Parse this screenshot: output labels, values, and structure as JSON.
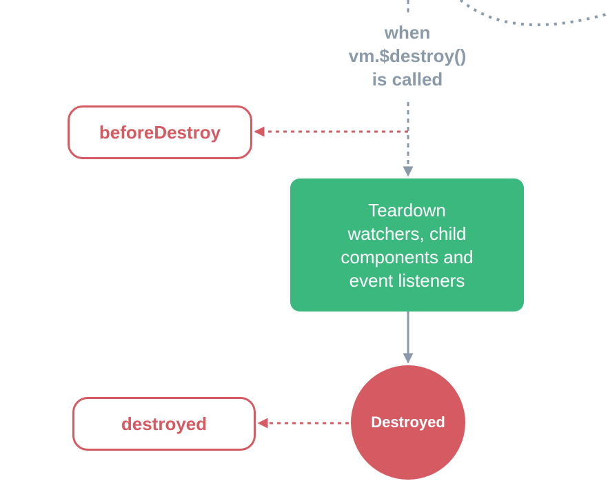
{
  "condition": {
    "lines": [
      "when",
      "vm.$destroy()",
      "is called"
    ]
  },
  "hooks": {
    "before_destroy": "beforeDestroy",
    "destroyed": "destroyed"
  },
  "process": {
    "lines": [
      "Teardown",
      "watchers, child",
      "components and",
      "event listeners"
    ]
  },
  "state": {
    "label": "Destroyed"
  },
  "colors": {
    "hook": "#d65a62",
    "process": "#3bb87e",
    "state": "#d65a62",
    "connector": "#8a9aa8"
  }
}
